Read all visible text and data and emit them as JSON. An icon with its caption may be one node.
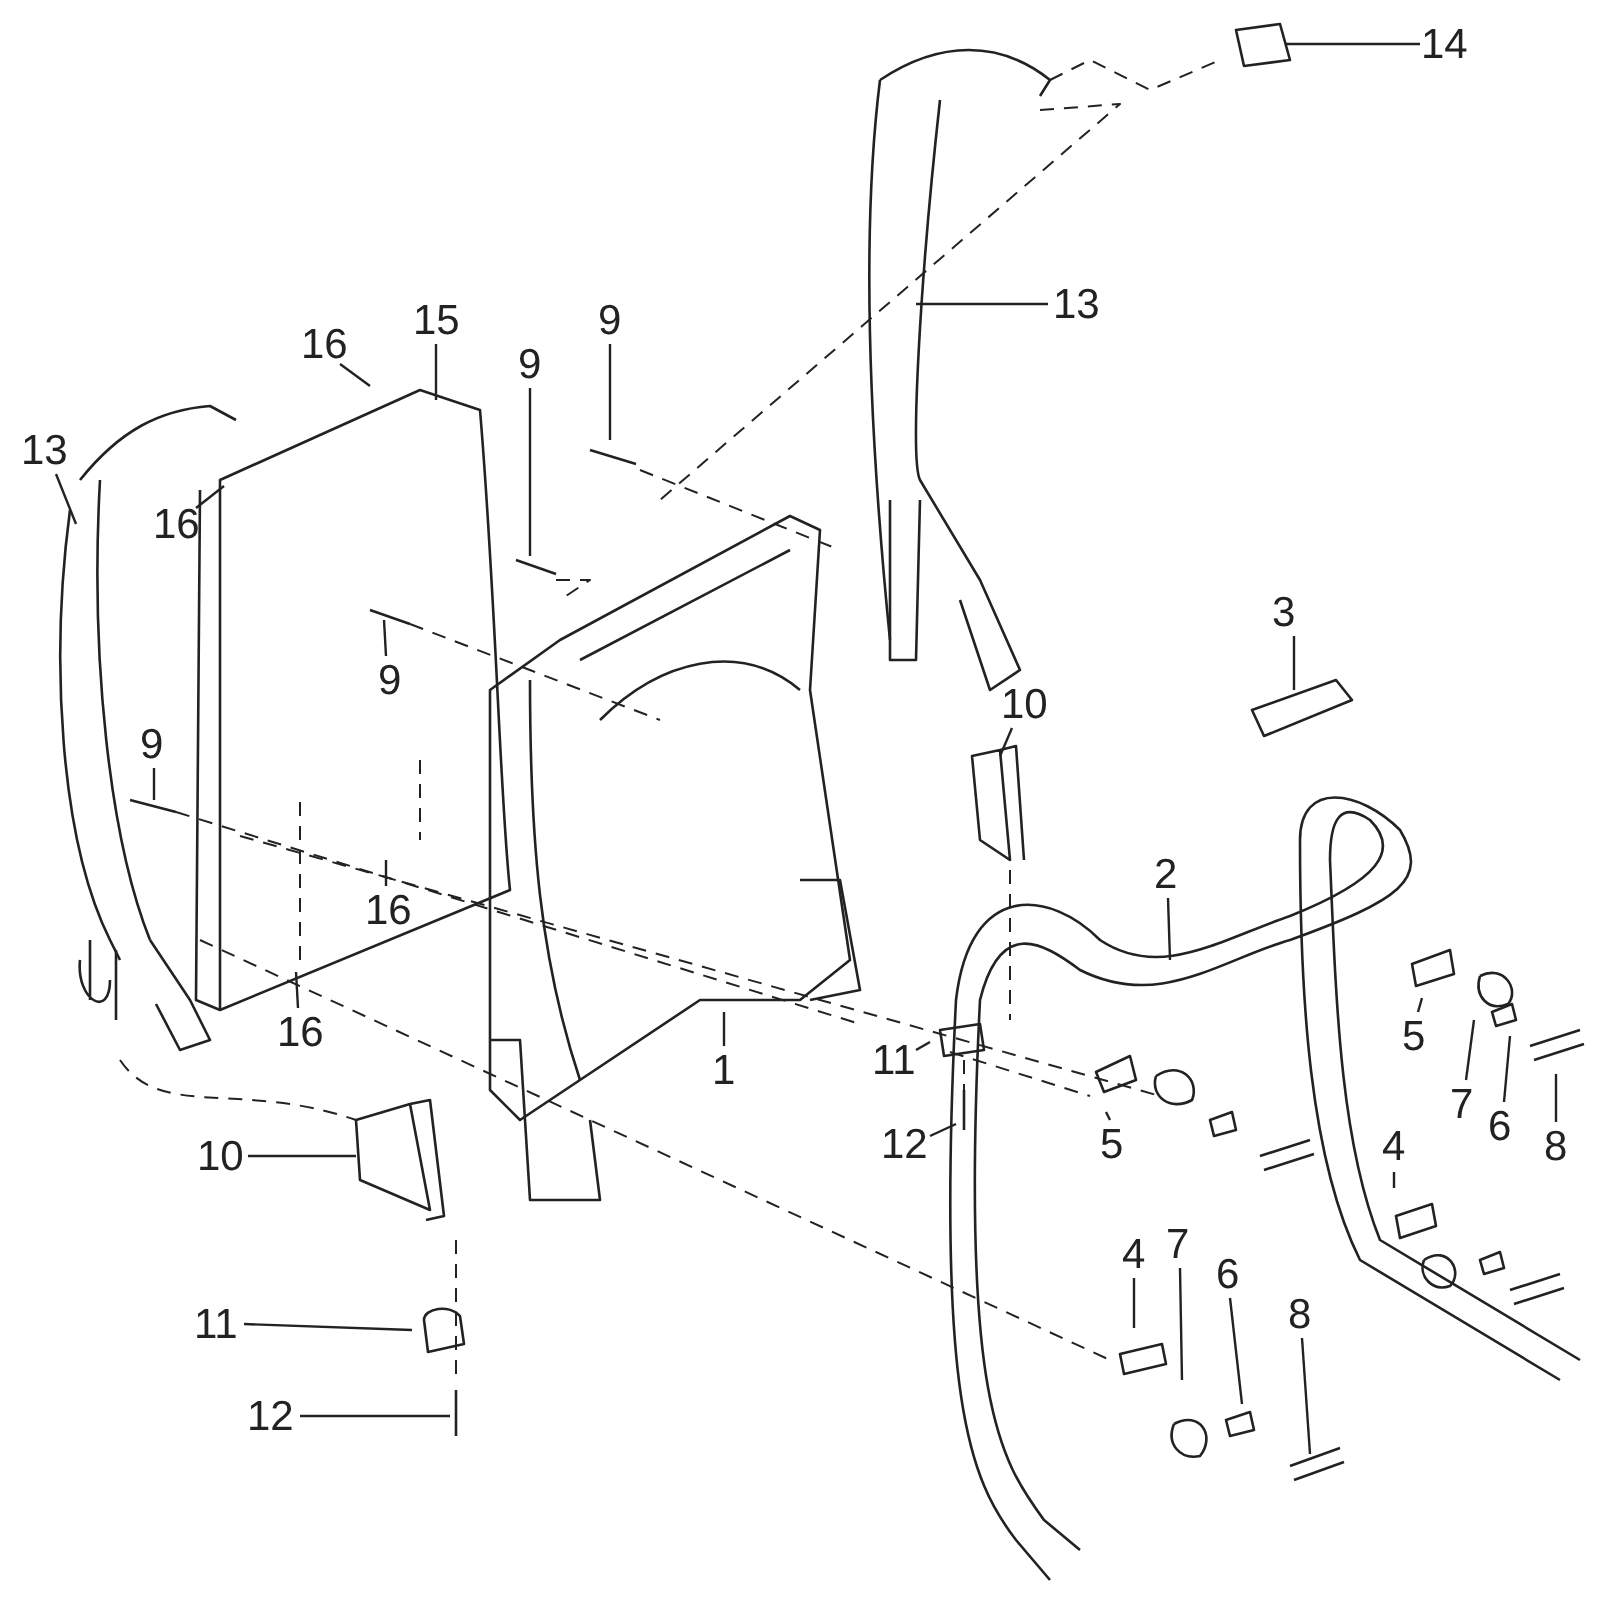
{
  "diagram": {
    "nodes": [
      {
        "text": [
          "14"
        ]
      },
      {
        "text": [
          "16"
        ]
      },
      {
        "text": [
          "15"
        ]
      },
      {
        "text": [
          "9"
        ]
      },
      {
        "text": [
          "9"
        ]
      },
      {
        "text": [
          "13"
        ]
      },
      {
        "text": [
          "16"
        ]
      },
      {
        "text": [
          "13"
        ]
      },
      {
        "text": [
          "9"
        ]
      },
      {
        "text": [
          "3"
        ]
      },
      {
        "text": [
          "10"
        ]
      },
      {
        "text": [
          "2"
        ]
      },
      {
        "text": [
          "9"
        ]
      },
      {
        "text": [
          "16"
        ]
      },
      {
        "text": [
          "16"
        ]
      },
      {
        "text": [
          "1"
        ]
      },
      {
        "text": [
          "11"
        ]
      },
      {
        "text": [
          "5"
        ]
      },
      {
        "text": [
          "5"
        ]
      },
      {
        "text": [
          "7"
        ]
      },
      {
        "text": [
          "6"
        ]
      },
      {
        "text": [
          "8"
        ]
      },
      {
        "text": [
          "12"
        ]
      },
      {
        "text": [
          "4"
        ]
      },
      {
        "text": [
          "10"
        ]
      },
      {
        "text": [
          "4"
        ]
      },
      {
        "text": [
          "7"
        ]
      },
      {
        "text": [
          "6"
        ]
      },
      {
        "text": [
          "8"
        ]
      },
      {
        "text": [
          "11"
        ]
      },
      {
        "text": [
          "12"
        ]
      }
    ],
    "edges": [
      {
        "from": 0,
        "to": null,
        "arrow": "none"
      },
      {
        "from": 1,
        "to": null,
        "arrow": "none"
      },
      {
        "from": 2,
        "to": null,
        "arrow": "none"
      },
      {
        "from": 3,
        "to": null,
        "arrow": "none"
      },
      {
        "from": 4,
        "to": null,
        "arrow": "none"
      },
      {
        "from": 5,
        "to": null,
        "arrow": "none"
      },
      {
        "from": 6,
        "to": null,
        "arrow": "none"
      },
      {
        "from": 7,
        "to": null,
        "arrow": "none"
      },
      {
        "from": 8,
        "to": null,
        "arrow": "none"
      },
      {
        "from": 9,
        "to": null,
        "arrow": "none"
      },
      {
        "from": 10,
        "to": null,
        "arrow": "none"
      },
      {
        "from": 11,
        "to": null,
        "arrow": "none"
      },
      {
        "from": 12,
        "to": null,
        "arrow": "none"
      },
      {
        "from": 13,
        "to": null,
        "arrow": "none"
      },
      {
        "from": 14,
        "to": null,
        "arrow": "none"
      },
      {
        "from": 15,
        "to": null,
        "arrow": "none"
      },
      {
        "from": 16,
        "to": null,
        "arrow": "none"
      },
      {
        "from": 17,
        "to": null,
        "arrow": "none"
      },
      {
        "from": 18,
        "to": null,
        "arrow": "none"
      },
      {
        "from": 19,
        "to": null,
        "arrow": "none"
      },
      {
        "from": 20,
        "to": null,
        "arrow": "none"
      },
      {
        "from": 21,
        "to": null,
        "arrow": "none"
      },
      {
        "from": 22,
        "to": null,
        "arrow": "none"
      },
      {
        "from": 23,
        "to": null,
        "arrow": "none"
      },
      {
        "from": 24,
        "to": null,
        "arrow": "none"
      },
      {
        "from": 25,
        "to": null,
        "arrow": "none"
      },
      {
        "from": 26,
        "to": null,
        "arrow": "none"
      },
      {
        "from": 27,
        "to": null,
        "arrow": "none"
      },
      {
        "from": 28,
        "to": null,
        "arrow": "none"
      },
      {
        "from": 29,
        "to": null,
        "arrow": "none"
      },
      {
        "from": 30,
        "to": null,
        "arrow": "none"
      }
    ]
  }
}
